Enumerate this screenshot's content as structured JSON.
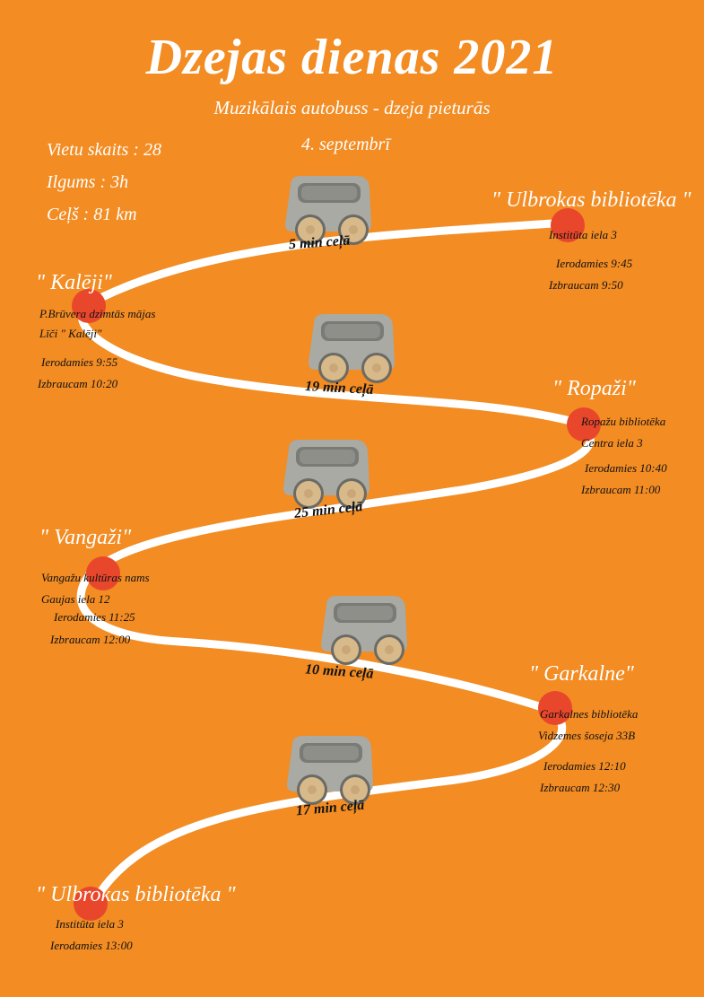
{
  "header": {
    "title": "Dzejas dienas 2021",
    "subtitle": "Muzikālais autobuss - dzeja pieturās",
    "date": "4. septembrī"
  },
  "info": {
    "seats": "Vietu skaits : 28",
    "duration": "Ilgums : 3h",
    "distance": "Ceļš : 81 km"
  },
  "stops": [
    {
      "name": "\" Ulbrokas bibliotēka \"",
      "lines": [
        "Institūta iela 3"
      ],
      "arrive": "Ierodamies  9:45",
      "depart": "Izbraucam 9:50"
    },
    {
      "name": "\" Kalēji\"",
      "lines": [
        "P.Brūvera dzimtās mājas",
        "Līči \" Kalēji\""
      ],
      "arrive": "Ierodamies  9:55",
      "depart": "Izbraucam 10:20"
    },
    {
      "name": "\" Ropaži\"",
      "lines": [
        "Ropažu bibliotēka",
        "Centra iela 3"
      ],
      "arrive": "Ierodamies  10:40",
      "depart": "Izbraucam 11:00"
    },
    {
      "name": "\" Vangaži\"",
      "lines": [
        "Vangažu kultūras nams",
        "Gaujas iela 12"
      ],
      "arrive": "Ierodamies  11:25",
      "depart": "Izbraucam 12:00"
    },
    {
      "name": "\" Garkalne\"",
      "lines": [
        "Garkalnes bibliotēka",
        "Vidzemes šoseja 33B"
      ],
      "arrive": "Ierodamies  12:10",
      "depart": "Izbraucam 12:30"
    },
    {
      "name": "\" Ulbrokas bibliotēka \"",
      "lines": [
        "Institūta iela 3"
      ],
      "arrive": "Ierodamies  13:00"
    }
  ],
  "legs": [
    {
      "label": "5 min ceļā"
    },
    {
      "label": "19 min ceļā"
    },
    {
      "label": "25 min ceļā"
    },
    {
      "label": "10 min ceļā"
    },
    {
      "label": "17 min ceļā"
    }
  ],
  "colors": {
    "background": "#f28c23",
    "stop_dot": "#e9472c",
    "road": "#ffffff",
    "bus_body": "#a9aaa3",
    "bus_wheel": "#d8b98a"
  },
  "icons": {
    "bus": "bus-icon",
    "stop": "stop-marker-icon"
  }
}
